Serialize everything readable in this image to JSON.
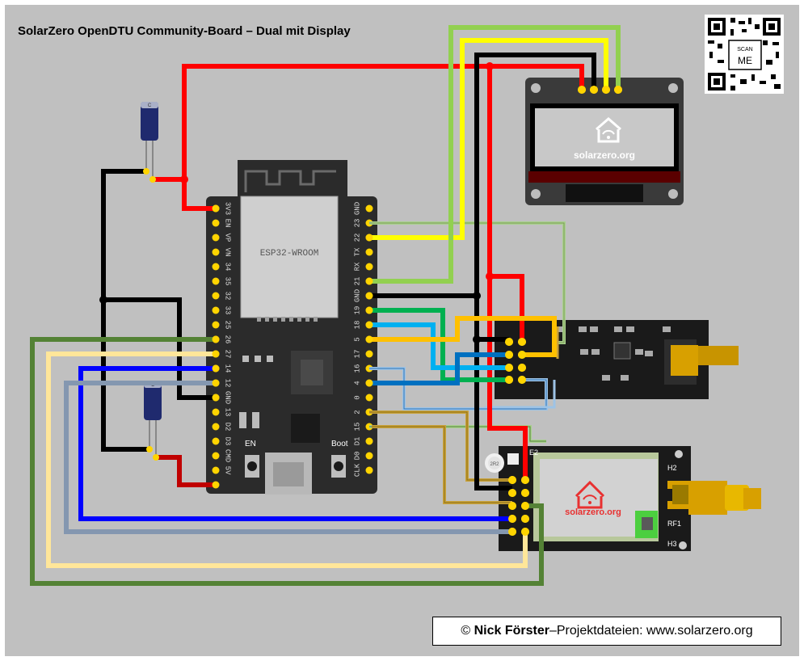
{
  "diagram": {
    "title": "SolarZero OpenDTU Community-Board – Dual mit Display",
    "credit": {
      "copy": "©",
      "author": "Nick Förster",
      "dash": " – ",
      "text": "Projektdateien: www.solarzero.org"
    },
    "qr": {
      "label_top": "SCAN",
      "label_bottom": "ME"
    },
    "oled": {
      "brand": "solarzero.org"
    },
    "esp32": {
      "module_label": "ESP32-WROOM",
      "left_pins": [
        "3V3",
        "EN",
        "VP",
        "VN",
        "34",
        "35",
        "32",
        "33",
        "25",
        "26",
        "27",
        "14",
        "12",
        "GND",
        "13",
        "D2",
        "D3",
        "CMD",
        "5V"
      ],
      "right_pins": [
        "GND",
        "23",
        "22",
        "TX",
        "RX",
        "21",
        "GND",
        "19",
        "18",
        "5",
        "17",
        "16",
        "4",
        "0",
        "2",
        "15",
        "D1",
        "D0",
        "CLK"
      ],
      "button_en": "EN",
      "button_boot": "Boot"
    },
    "cmt": {
      "brand": "solarzero.org",
      "labels": {
        "h2": "H2",
        "rf1": "RF1",
        "h3": "H3"
      },
      "cap_text": "2R2",
      "e2": "E2"
    },
    "colors": {
      "background": "#c0c0c0",
      "vcc_red": "#ff0000",
      "dark_red": "#c00000",
      "gnd_black": "#000000",
      "sda_yellow": "#ffff00",
      "scl_lightgreen": "#92d050",
      "green": "#00b050",
      "light_blue": "#00b0f0",
      "orange": "#ffc000",
      "blue": "#0070c0",
      "dark_blue": "#0000ff",
      "slate": "#8497b0",
      "cream": "#ffe699",
      "dark_green": "#548235",
      "olive": "#a9d18e",
      "pcb_dark": "#2b2b2b",
      "header_yellow": "#ffd400"
    }
  }
}
